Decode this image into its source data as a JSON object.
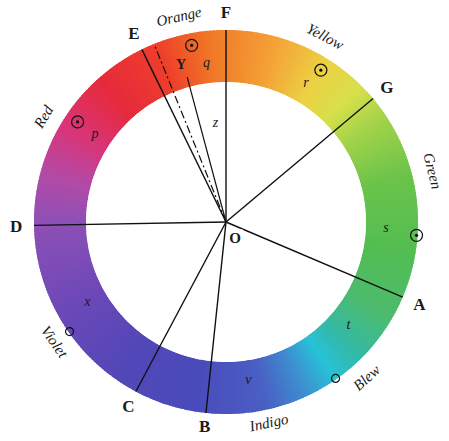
{
  "diagram": {
    "labels": [
      "Orange",
      "Yellow",
      "Red",
      "Green",
      "Blew",
      "Indigo",
      "Violet",
      "D",
      "E",
      "F",
      "G",
      "A",
      "B",
      "C",
      "O",
      "Y",
      "z",
      "p",
      "q",
      "r",
      "s",
      "t",
      "v",
      "x"
    ]
  }
}
